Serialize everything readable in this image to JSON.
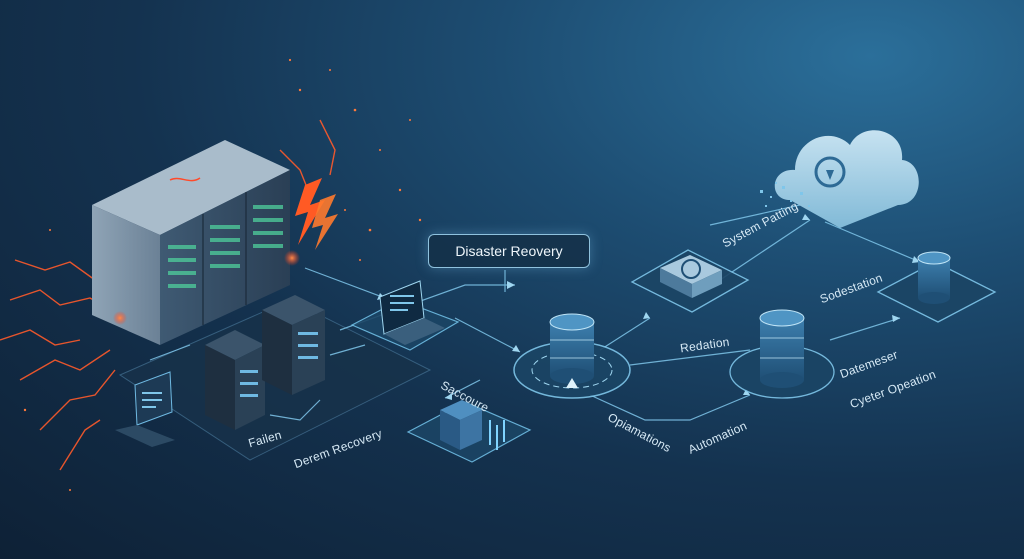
{
  "diagram": {
    "title": "Disaster Reovery",
    "labels": {
      "system": "System Patting",
      "sodestation": "Sodestation",
      "redaction": "Redation",
      "saccoure": "Saccoure",
      "opiamations": "Opiamations",
      "automation": "Automation",
      "datemeser": "Datemeser",
      "cyeter": "Cyeter Opeation",
      "failed": "Failen",
      "recovery": "Derem Recovery"
    }
  },
  "colors": {
    "background": "#14324f",
    "accent": "#7fc6ea",
    "alert": "#ff5a2a"
  }
}
